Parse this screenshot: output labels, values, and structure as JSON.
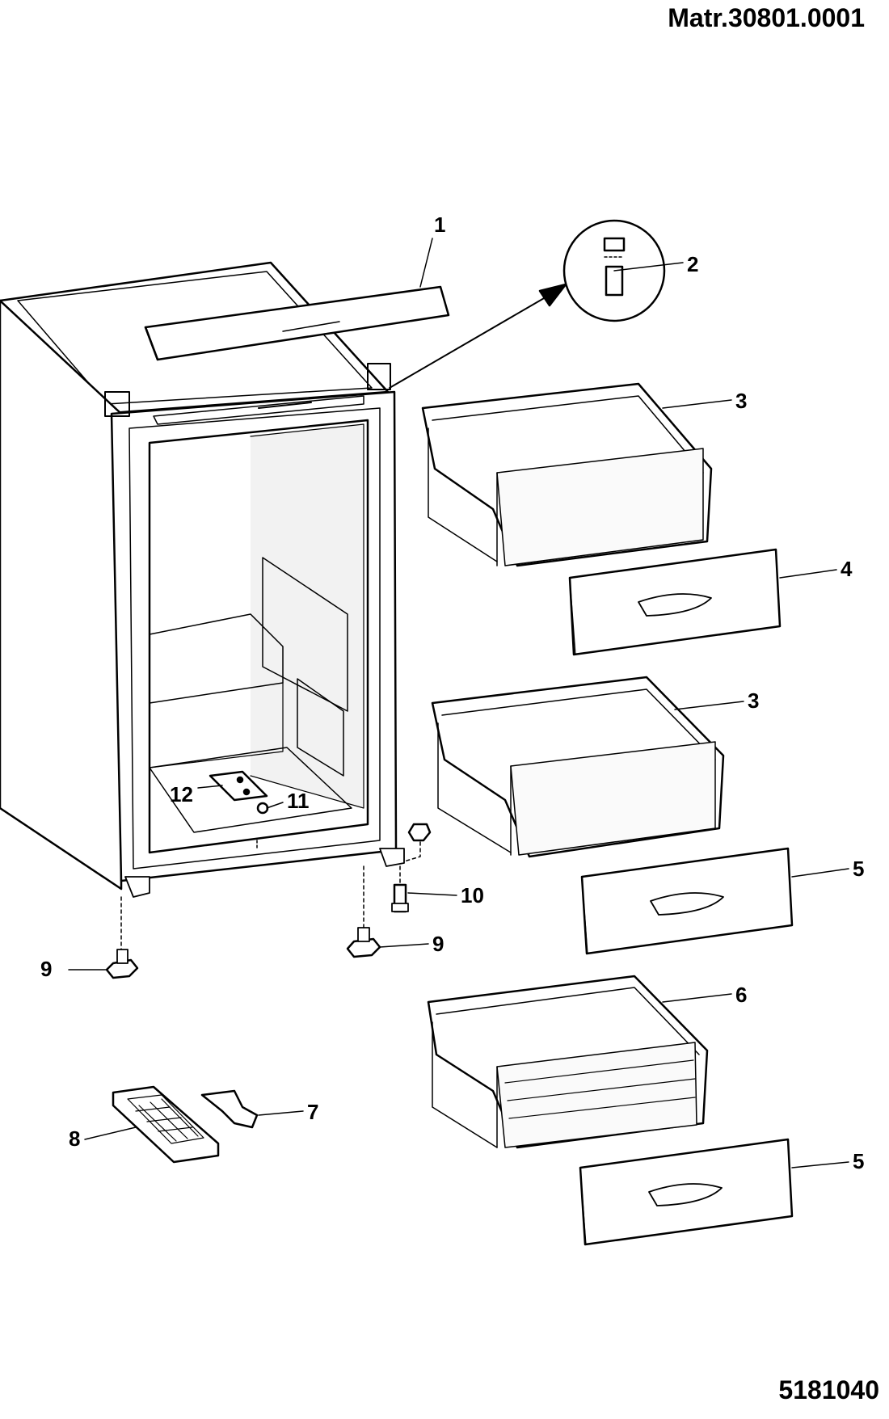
{
  "header": {
    "model": "Matr.30801.0001"
  },
  "footer": {
    "doc_number": "5181040"
  },
  "callouts": [
    "1",
    "2",
    "3",
    "4",
    "3",
    "5",
    "6",
    "5",
    "7",
    "8",
    "9",
    "9",
    "10",
    "11",
    "12"
  ]
}
